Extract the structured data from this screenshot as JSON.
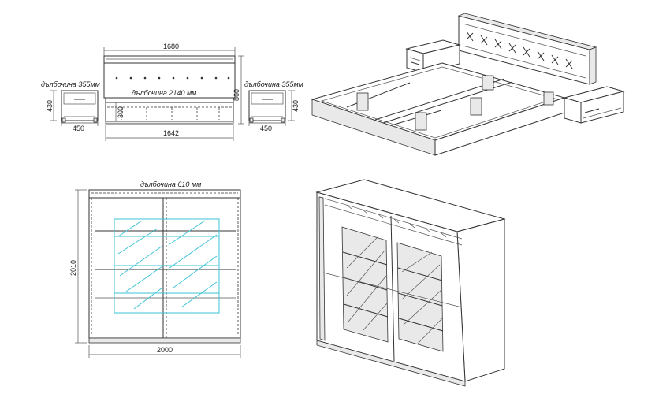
{
  "bed_front": {
    "width_top": "1680",
    "width_bottom": "1642",
    "height": "860",
    "mattress_height": "300",
    "depth_label": "дълбочина 2140 мм"
  },
  "nightstand_left": {
    "depth_label": "дълбочина 355мм",
    "height": "430",
    "width": "450"
  },
  "nightstand_right": {
    "depth_label": "дълбочина 355мм",
    "height": "430",
    "width": "450"
  },
  "wardrobe_front": {
    "depth_label": "дълбочина 610 мм",
    "height": "2010",
    "width": "2000"
  },
  "colors": {
    "line": "#333333",
    "glass_accent": "#3fc3d6",
    "panel": "#e9e9e9"
  }
}
